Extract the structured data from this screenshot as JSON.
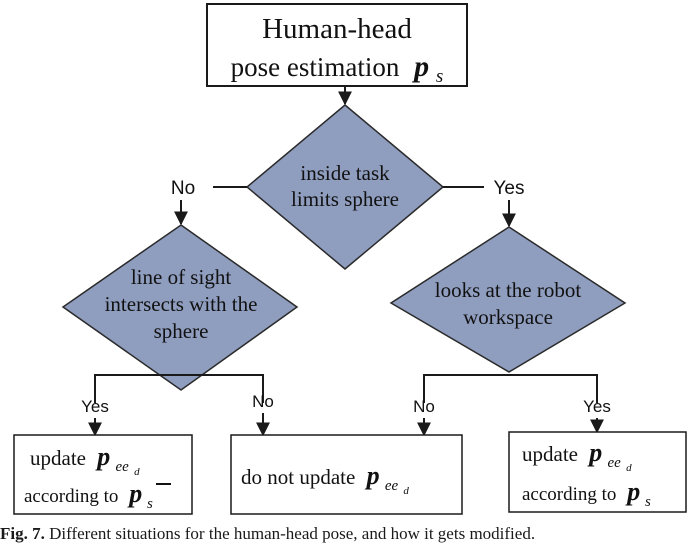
{
  "start_box": {
    "line1": "Human-head",
    "line2_text": "pose estimation",
    "symbol": "p",
    "subscript": "s"
  },
  "decision_1": {
    "line1": "inside task",
    "line2": "limits sphere"
  },
  "branch_labels": {
    "d1_no": "No",
    "d1_yes": "Yes",
    "d2_yes": "Yes",
    "d2_no": "No",
    "d3_no": "No",
    "d3_yes": "Yes"
  },
  "decision_2": {
    "line1": "line of sight",
    "line2": "intersects with the",
    "line3": "sphere"
  },
  "decision_3": {
    "line1": "looks at the robot",
    "line2": "workspace"
  },
  "outcome_left": {
    "line1_text": "update",
    "line1_symbol": "p",
    "line1_sub": "ee",
    "line1_subsub": "d",
    "line2_text": "according to",
    "line2_symbol": "p",
    "line2_sub": "s"
  },
  "outcome_middle": {
    "text": "do not update",
    "symbol": "p",
    "sub": "ee",
    "subsub": "d"
  },
  "outcome_right": {
    "line1_text": "update",
    "line1_symbol": "p",
    "line1_sub": "ee",
    "line1_subsub": "d",
    "line2_text": "according to",
    "line2_symbol": "p",
    "line2_sub": "s"
  },
  "caption": {
    "label": "Fig. 7.",
    "text": "Different situations for the human-head pose, and how it gets modified."
  },
  "colors": {
    "diamond_fill": "#8f9dbf",
    "stroke": "#1a1a1a"
  }
}
